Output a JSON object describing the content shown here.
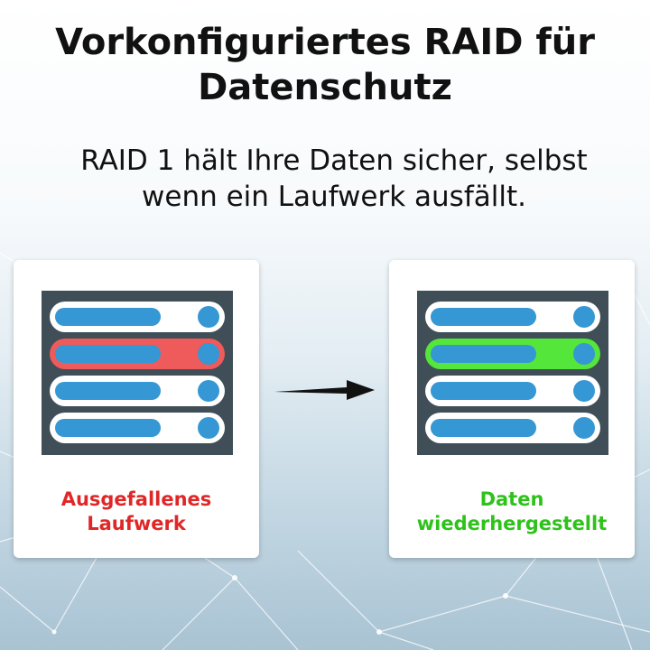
{
  "header": {
    "title_line1": "Vorkonfiguriertes RAID für",
    "title_line2": "Datenschutz",
    "subtitle_line1": "RAID 1 hält Ihre Daten sicher, selbst",
    "subtitle_line2": "wenn ein Laufwerk ausfällt."
  },
  "before": {
    "label_line1": "Ausgefallenes",
    "label_line2": "Laufwerk",
    "label_color": "#e02727",
    "failed_drive_color": "#ef5a5a",
    "icon": "server-rack-icon"
  },
  "after": {
    "label_line1": "Daten",
    "label_line2": "wiederhergestellt",
    "label_color": "#2ec21b",
    "restored_drive_color": "#55e63c",
    "icon": "server-rack-icon"
  },
  "colors": {
    "drive_bar": "#3597d3",
    "server_body": "#3f4e57"
  },
  "arrow_icon": "arrow-right-icon"
}
